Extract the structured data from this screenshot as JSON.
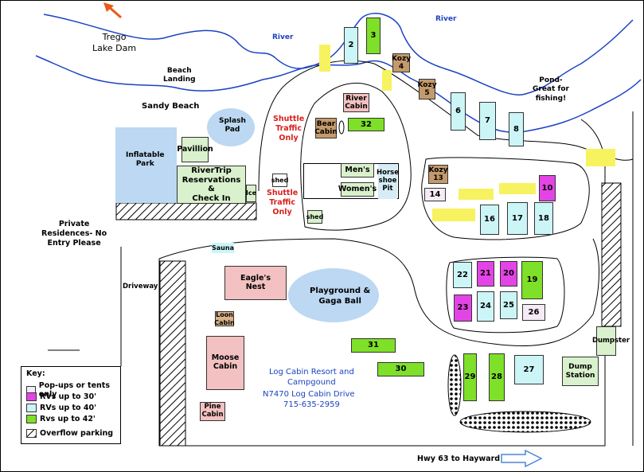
{
  "labels": {
    "dam": "Trego\nLake Dam",
    "river1": "River",
    "river2": "River",
    "beach_landing": "Beach\nLanding",
    "sandy_beach": "Sandy Beach",
    "pond": "Pond-\nGreat for\nfishing!",
    "splash_pad": "Splash\nPad",
    "pavillion": "Pavillion",
    "inflatable_park": "Inflatable\nPark",
    "rivertrip": "RiverTrip\nReservations &\nCheck In",
    "ice": "Ice",
    "shuttle1": "Shuttle\nTraffic\nOnly",
    "shuttle2": "Shuttle\nTraffic\nOnly",
    "shed1": "shed",
    "shed2": "shed",
    "private": "Private\nResidences- No\nEntry Please",
    "sauna": "Sauna",
    "driveway": "Driveway",
    "playground": "Playground &\nGaga Ball",
    "mens": "Men's",
    "womens": "Women's",
    "horseshoe": "Horse\nshoe\nPit",
    "river_cabin": "River\nCabin",
    "bear_cabin": "Bear\nCabin",
    "eagles_nest": "Eagle's\nNest",
    "loon_cabin": "Loon\nCabin",
    "moose_cabin": "Moose\nCabin",
    "pine_cabin": "Pine\nCabin",
    "dumpster": "Dumpster",
    "dump_station": "Dump\nStation",
    "hwy": "Hwy 63  to Hayward",
    "resort_name": "Log Cabin Resort and\nCampgound",
    "address": "N7470 Log Cabin Drive",
    "phone": "715-635-2959"
  },
  "sites": {
    "s2": "2",
    "s3": "3",
    "kozy4": "Kozy\n4",
    "kozy5": "Kozy\n5",
    "s6": "6",
    "s7": "7",
    "s8": "8",
    "s32": "32",
    "kozy13": "Kozy\n13",
    "s14": "14",
    "s10": "10",
    "s16": "16",
    "s17": "17",
    "s18": "18",
    "s22": "22",
    "s21": "21",
    "s20": "20",
    "s19": "19",
    "s23": "23",
    "s24": "24",
    "s25": "25",
    "s26": "26",
    "s31": "31",
    "s30": "30",
    "s29": "29",
    "s28": "28",
    "s27": "27"
  },
  "key": {
    "title": "Key:",
    "items": [
      {
        "label": "Pop-ups or tents only",
        "color": "#f4ebf4"
      },
      {
        "label": "RVs up to 30'",
        "color": "#e344e5"
      },
      {
        "label": "RVs up to 40'",
        "color": "#ccf5f7"
      },
      {
        "label": "Rvs up to 42'",
        "color": "#7ee028"
      },
      {
        "label": "Overflow parking",
        "color": "hatched"
      }
    ]
  },
  "colors": {
    "river": "#1b42c2",
    "shuttle_text": "#d8201c",
    "resort_text": "#1b42c2",
    "arrow_nw": "#e85a1a",
    "hwy_arrow": "#4f86d8"
  },
  "icons": {
    "north_arrow": "arrow-nw-icon",
    "hwy_arrow": "arrow-right-icon"
  }
}
